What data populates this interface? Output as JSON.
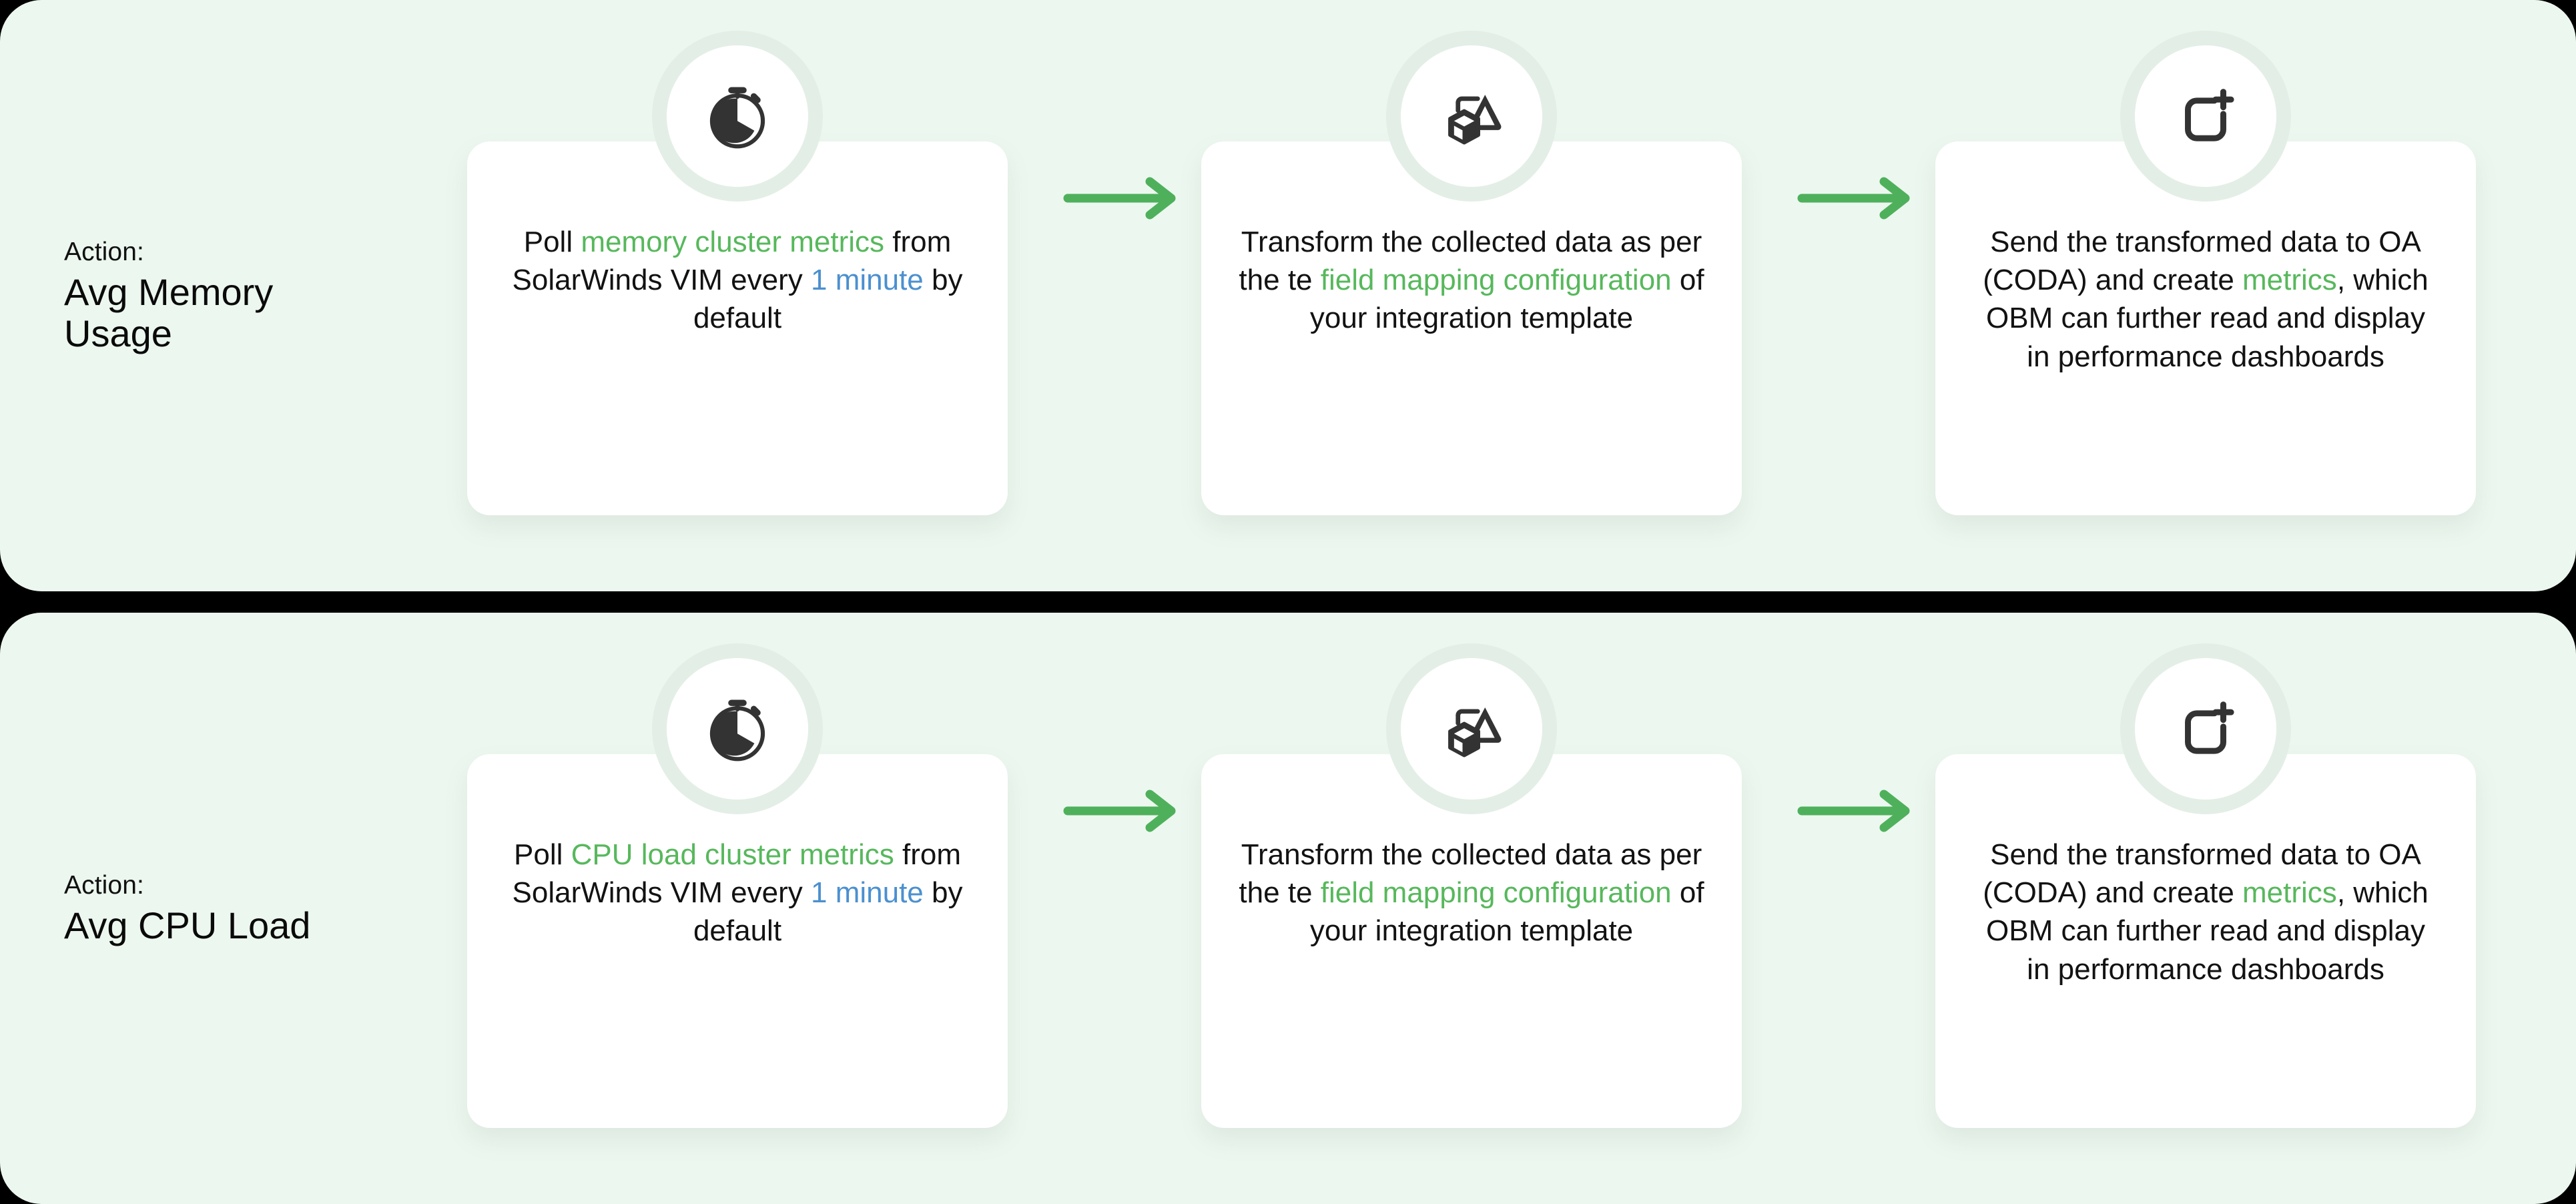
{
  "theme": {
    "page_background": "#000000",
    "panel_background": "#ECF7EF",
    "card_background": "#FFFFFF",
    "bubble_ring": "#E3EFE6",
    "accent_green": "#57B85C",
    "accent_blue": "#4B90CF",
    "arrow_green": "#4FB05C",
    "icon_dark": "#333333",
    "text_dark": "#121212"
  },
  "rows": [
    {
      "action": {
        "kicker": "Action:",
        "title": "Avg Memory\nUsage"
      },
      "steps": [
        {
          "icon": "stopwatch-icon",
          "segments": [
            {
              "text": "Poll ",
              "style": "plain"
            },
            {
              "text": "memory cluster metrics",
              "style": "green"
            },
            {
              "text": " from SolarWinds VIM every ",
              "style": "plain"
            },
            {
              "text": "1 minute",
              "style": "blue"
            },
            {
              "text": " by default",
              "style": "plain"
            }
          ]
        },
        {
          "icon": "transform-shapes-icon",
          "segments": [
            {
              "text": "Transform the collected data as per the te ",
              "style": "plain"
            },
            {
              "text": "field mapping configuration",
              "style": "green"
            },
            {
              "text": " of your integration template",
              "style": "plain"
            }
          ]
        },
        {
          "icon": "add-square-icon",
          "segments": [
            {
              "text": "Send the transformed data to OA (CODA) and create ",
              "style": "plain"
            },
            {
              "text": "metrics",
              "style": "green"
            },
            {
              "text": ", which OBM can further read and display in performance dashboards",
              "style": "plain"
            }
          ]
        }
      ],
      "arrows": [
        "arrow-right-icon",
        "arrow-right-icon"
      ]
    },
    {
      "action": {
        "kicker": "Action:",
        "title": "Avg CPU Load"
      },
      "steps": [
        {
          "icon": "stopwatch-icon",
          "segments": [
            {
              "text": "Poll ",
              "style": "plain"
            },
            {
              "text": "CPU load cluster metrics",
              "style": "green"
            },
            {
              "text": " from SolarWinds VIM every ",
              "style": "plain"
            },
            {
              "text": "1 minute",
              "style": "blue"
            },
            {
              "text": " by default",
              "style": "plain"
            }
          ]
        },
        {
          "icon": "transform-shapes-icon",
          "segments": [
            {
              "text": "Transform the collected data as per the te ",
              "style": "plain"
            },
            {
              "text": "field mapping configuration",
              "style": "green"
            },
            {
              "text": " of your integration template",
              "style": "plain"
            }
          ]
        },
        {
          "icon": "add-square-icon",
          "segments": [
            {
              "text": "Send the transformed data to OA (CODA) and create ",
              "style": "plain"
            },
            {
              "text": "metrics",
              "style": "green"
            },
            {
              "text": ", which OBM can further read and display in performance dashboards",
              "style": "plain"
            }
          ]
        }
      ],
      "arrows": [
        "arrow-right-icon",
        "arrow-right-icon"
      ]
    }
  ]
}
